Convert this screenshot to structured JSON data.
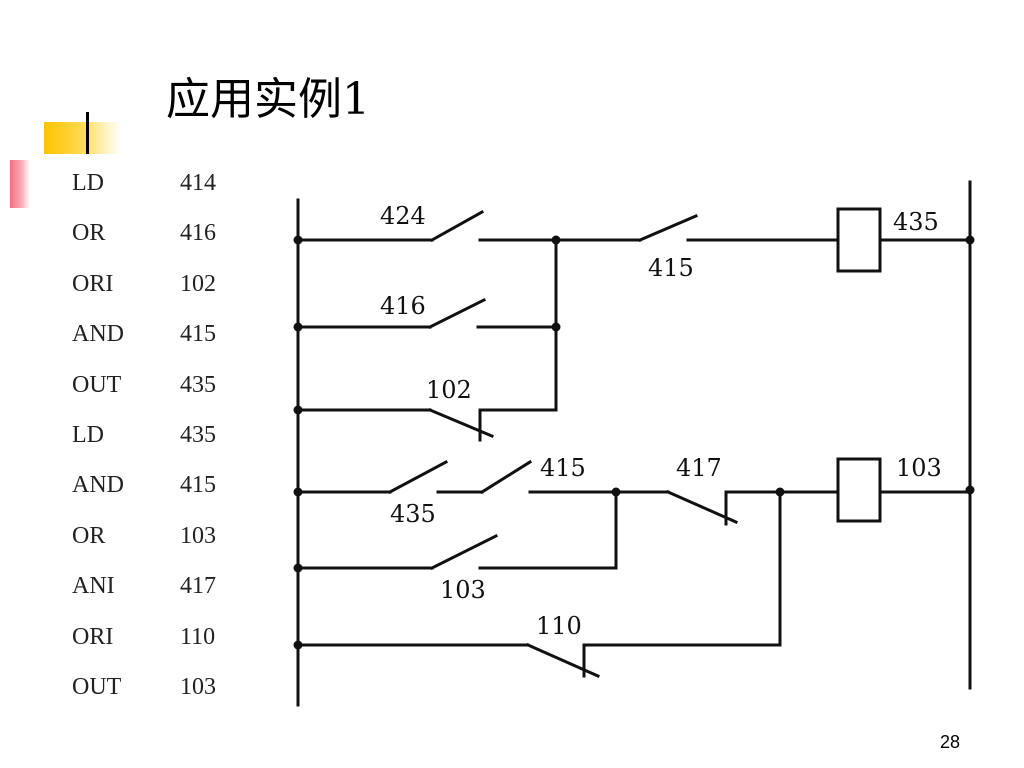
{
  "slide": {
    "title": "应用实例1",
    "page_number": "28"
  },
  "instructions": [
    {
      "op": "LD",
      "arg": "414"
    },
    {
      "op": "OR",
      "arg": "416"
    },
    {
      "op": "ORI",
      "arg": "102"
    },
    {
      "op": "AND",
      "arg": "415"
    },
    {
      "op": "OUT",
      "arg": "435"
    },
    {
      "op": "LD",
      "arg": "435"
    },
    {
      "op": "AND",
      "arg": "415"
    },
    {
      "op": "OR",
      "arg": "103"
    },
    {
      "op": "ANI",
      "arg": "417"
    },
    {
      "op": "ORI",
      "arg": "110"
    },
    {
      "op": "OUT",
      "arg": "103"
    }
  ],
  "ladder": {
    "labels": {
      "c424": "424",
      "c416": "416",
      "c102": "102",
      "c415_r1": "415",
      "coil435": "435",
      "c435": "435",
      "c415_r2": "415",
      "c417": "417",
      "coil103": "103",
      "c103": "103",
      "c110": "110"
    }
  }
}
